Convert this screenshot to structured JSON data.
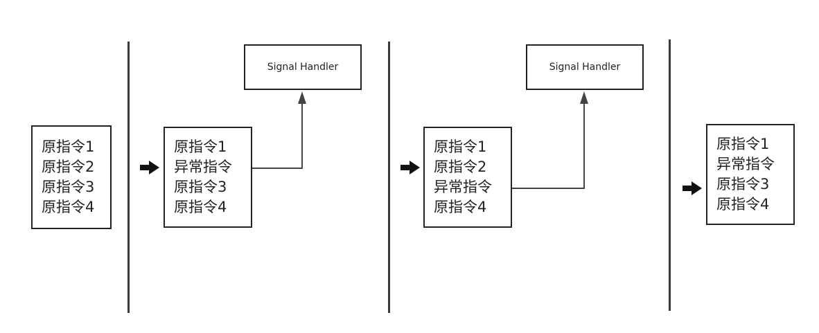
{
  "stage1": {
    "lines": [
      "原指令1",
      "原指令2",
      "原指令3",
      "原指令4"
    ]
  },
  "stage2": {
    "lines": [
      "原指令1",
      "异常指令",
      "原指令3",
      "原指令4"
    ],
    "handler_label": "Signal Handler"
  },
  "stage3": {
    "lines": [
      "原指令1",
      "原指令2",
      "异常指令",
      "原指令4"
    ],
    "handler_label": "Signal Handler"
  },
  "stage4": {
    "lines": [
      "原指令1",
      "异常指令",
      "原指令3",
      "原指令4"
    ]
  },
  "icons": {
    "transition_arrow": "right-arrow-icon"
  },
  "colors": {
    "stroke": "#222222",
    "divider": "#3a3a3a",
    "connector": "#444444"
  }
}
